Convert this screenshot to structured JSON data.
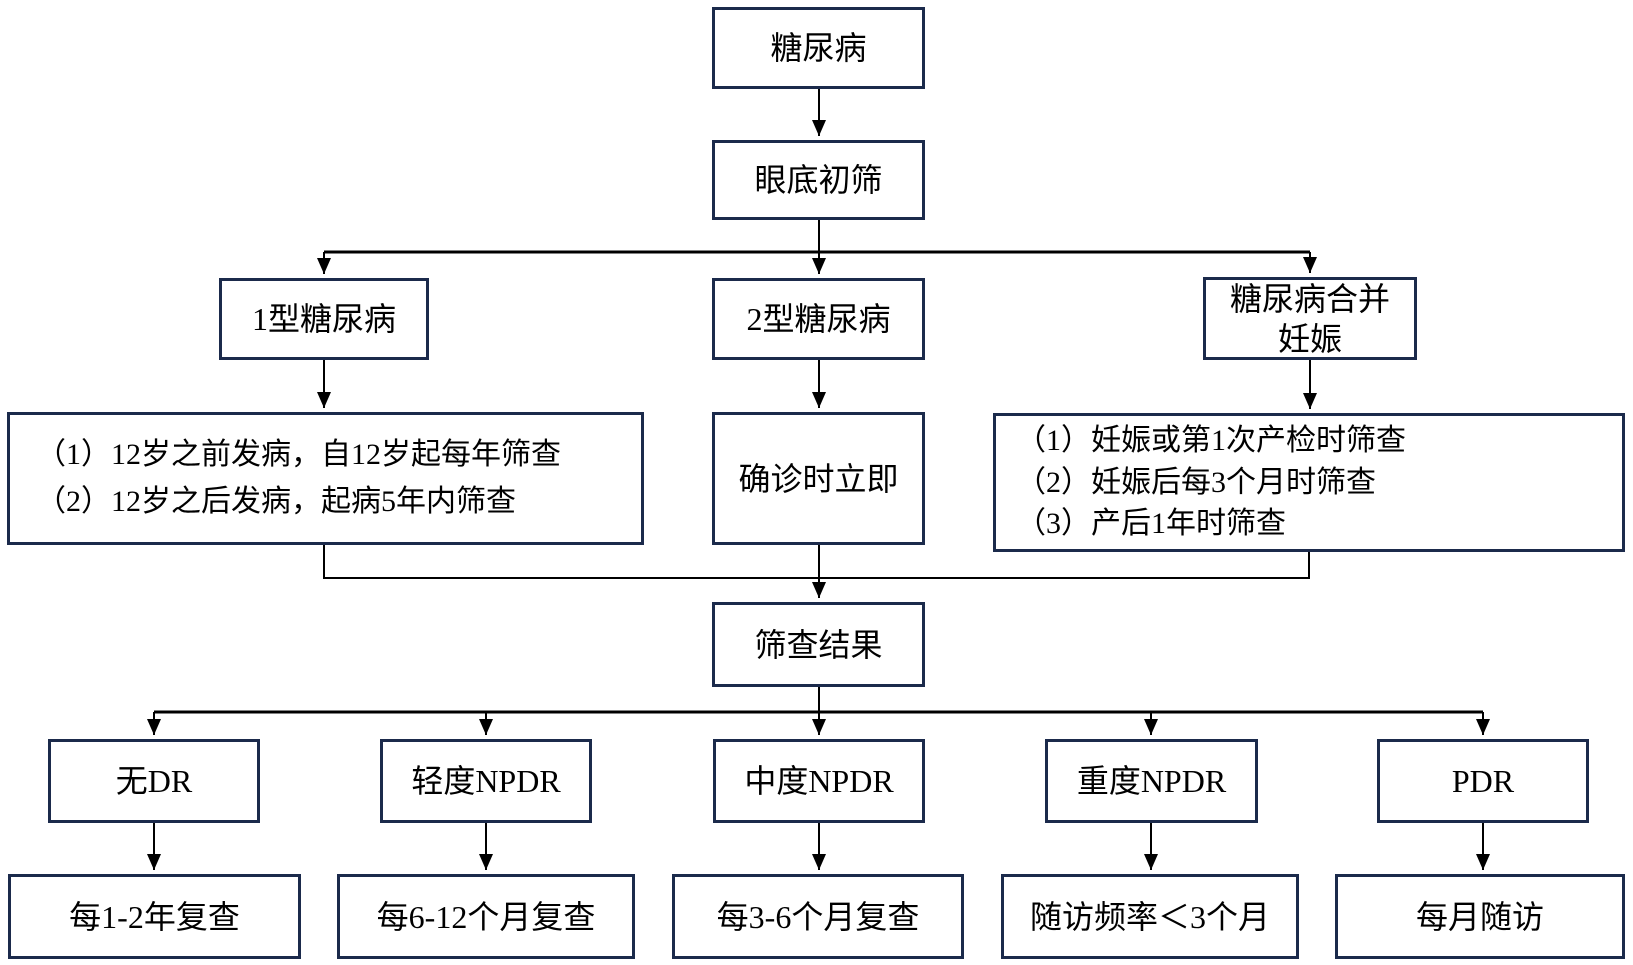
{
  "colors": {
    "box_border": "#1b2a4b",
    "box_background": "#ffffff",
    "connector": "#000000",
    "text": "#000000"
  },
  "nodes": {
    "diabetes": {
      "label": "糖尿病"
    },
    "fundus_screening": {
      "label": "眼底初筛"
    },
    "type1": {
      "label": "1型糖尿病"
    },
    "type2": {
      "label": "2型糖尿病"
    },
    "pregnancy": {
      "lines": [
        "糖尿病合并",
        "妊娠"
      ]
    },
    "type1_schedule": {
      "lines": [
        "（1）12岁之前发病，自12岁起每年筛查",
        "（2）12岁之后发病，起病5年内筛查"
      ]
    },
    "type2_schedule": {
      "label": "确诊时立即"
    },
    "pregnancy_schedule": {
      "lines": [
        "（1）妊娠或第1次产检时筛查",
        "（2）妊娠后每3个月时筛查",
        "（3）产后1年时筛查"
      ]
    },
    "screening_result": {
      "label": "筛查结果"
    },
    "no_dr": {
      "label": "无DR"
    },
    "mild_npdr": {
      "label": "轻度NPDR"
    },
    "moderate_npdr": {
      "label": "中度NPDR"
    },
    "severe_npdr": {
      "label": "重度NPDR"
    },
    "pdr": {
      "label": "PDR"
    },
    "no_dr_followup": {
      "label": "每1-2年复查"
    },
    "mild_npdr_followup": {
      "label": "每6-12个月复查"
    },
    "moderate_npdr_followup": {
      "label": "每3-6个月复查"
    },
    "severe_npdr_followup": {
      "label": "随访频率＜3个月"
    },
    "pdr_followup": {
      "label": "每月随访"
    }
  }
}
